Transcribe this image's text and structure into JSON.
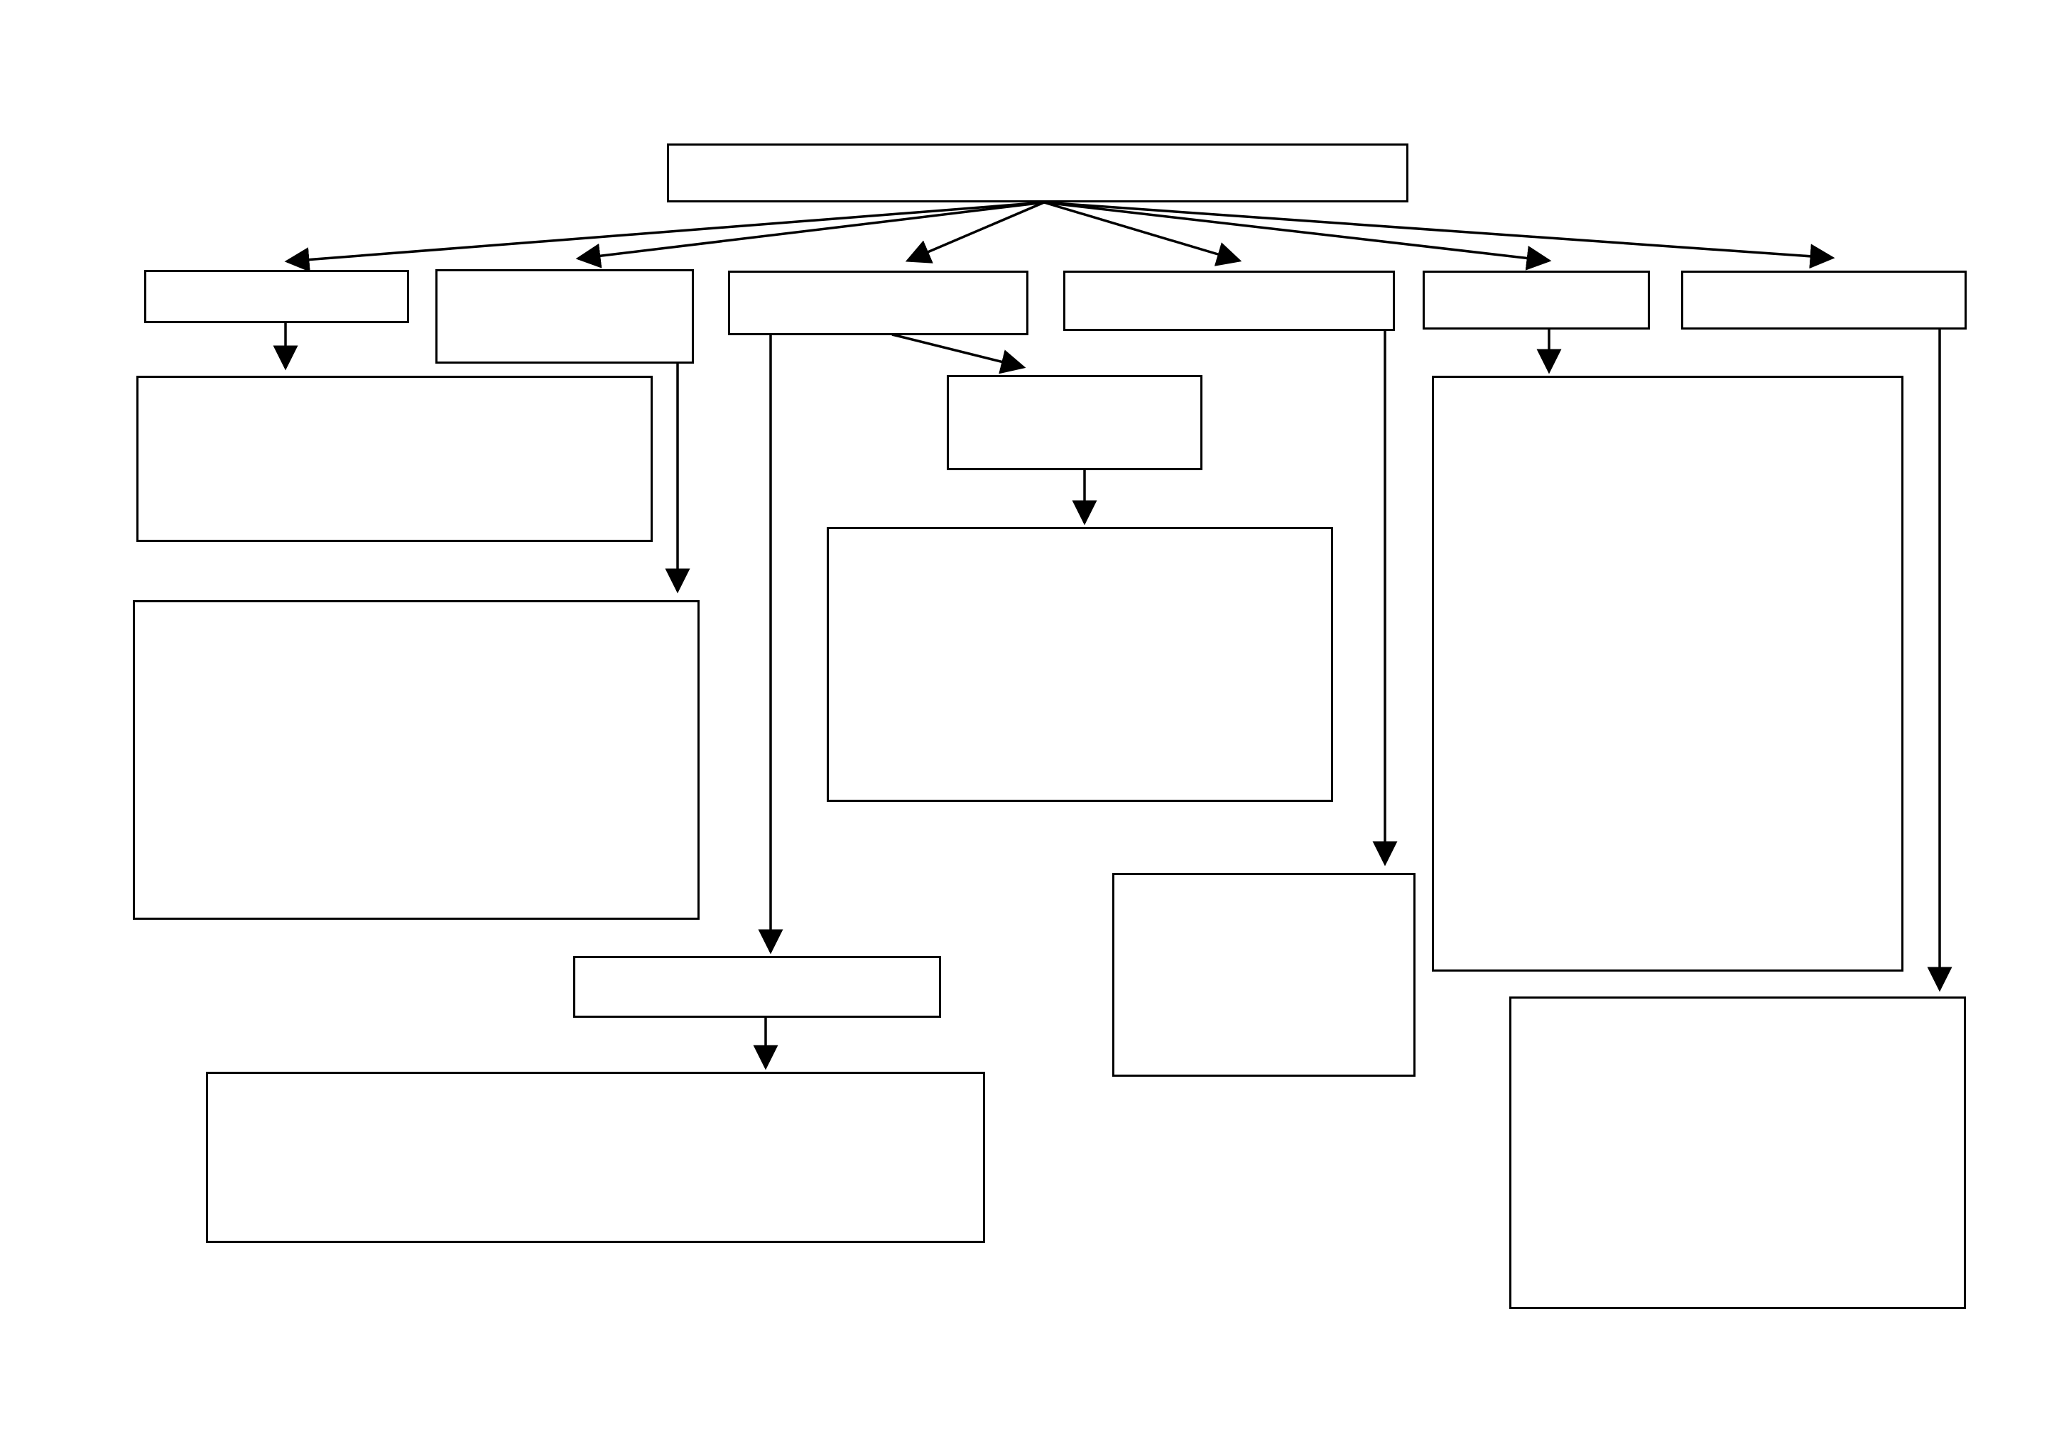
{
  "diagram": {
    "type": "tree",
    "line_color": "#000000",
    "background": "#ffffff",
    "nodes": {
      "root": {
        "label": ""
      },
      "level1": [
        {
          "id": "b1",
          "label": ""
        },
        {
          "id": "b2",
          "label": ""
        },
        {
          "id": "b3",
          "label": ""
        },
        {
          "id": "b4",
          "label": ""
        },
        {
          "id": "b5",
          "label": ""
        },
        {
          "id": "b6",
          "label": ""
        }
      ],
      "children": [
        {
          "id": "b1-child",
          "parent": "b1",
          "label": ""
        },
        {
          "id": "b2-child",
          "parent": "b2",
          "label": ""
        },
        {
          "id": "b3-mid",
          "parent": "b3",
          "label": ""
        },
        {
          "id": "b3-mid-child",
          "parent": "b3-mid",
          "label": ""
        },
        {
          "id": "b3-low",
          "parent": "b3",
          "label": ""
        },
        {
          "id": "b3-low-child",
          "parent": "b3-low",
          "label": ""
        },
        {
          "id": "b4-child",
          "parent": "b4",
          "label": ""
        },
        {
          "id": "b5-child",
          "parent": "b5",
          "label": ""
        },
        {
          "id": "b6-child",
          "parent": "b6",
          "label": ""
        }
      ]
    }
  }
}
